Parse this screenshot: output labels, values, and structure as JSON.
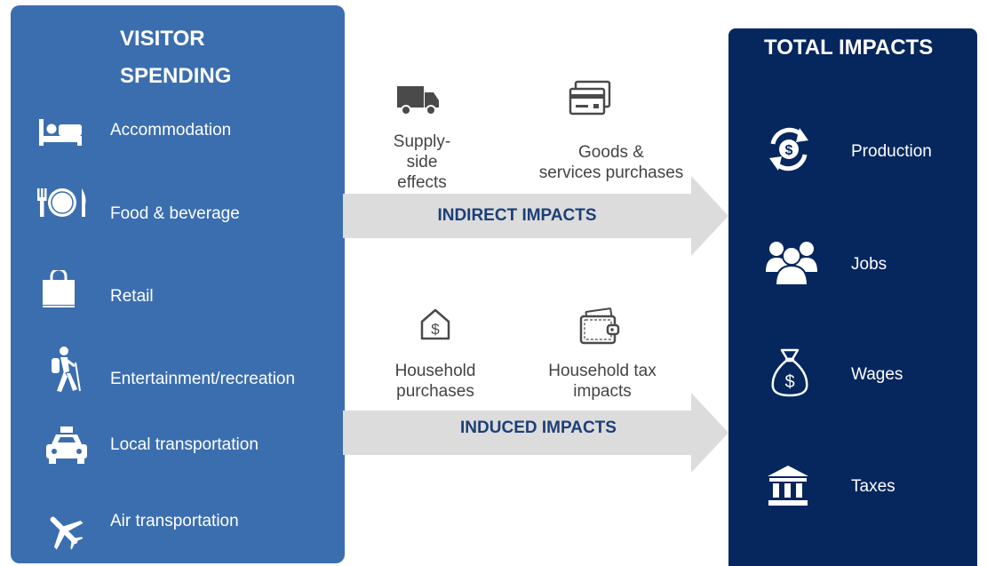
{
  "visitor_spending": {
    "title_line1": "VISITOR",
    "title_line2": "SPENDING",
    "categories": [
      {
        "label": "Accommodation",
        "icon": "bed-icon"
      },
      {
        "label": "Food & beverage",
        "icon": "plate-cutlery-icon"
      },
      {
        "label": "Retail",
        "icon": "shopping-bag-icon"
      },
      {
        "label": "Entertainment/recreation",
        "icon": "hiker-icon"
      },
      {
        "label": "Local transportation",
        "icon": "taxi-icon"
      },
      {
        "label": "Air transportation",
        "icon": "airplane-icon"
      }
    ]
  },
  "indirect": {
    "arrow_label": "INDIRECT IMPACTS",
    "effects": [
      {
        "label_lines": [
          "Supply-",
          "side",
          "effects"
        ],
        "icon": "truck-icon"
      },
      {
        "label_lines": [
          "Goods &",
          "services purchases"
        ],
        "icon": "credit-card-icon"
      }
    ]
  },
  "induced": {
    "arrow_label": "INDUCED IMPACTS",
    "effects": [
      {
        "label_lines": [
          "Household",
          "purchases"
        ],
        "icon": "house-dollar-icon"
      },
      {
        "label_lines": [
          "Household tax",
          "impacts"
        ],
        "icon": "wallet-icon"
      }
    ]
  },
  "total_impacts": {
    "title": "TOTAL IMPACTS",
    "items": [
      {
        "label": "Production",
        "icon": "cycle-dollar-icon"
      },
      {
        "label": "Jobs",
        "icon": "people-icon"
      },
      {
        "label": "Wages",
        "icon": "money-bag-icon"
      },
      {
        "label": "Taxes",
        "icon": "bank-building-icon"
      }
    ]
  },
  "colors": {
    "left_panel": "#3b6eaf",
    "right_panel": "#05275e",
    "arrow": "#dcdcdc",
    "arrow_text": "#1c3f77",
    "effect_icon": "#4a4a4a"
  }
}
